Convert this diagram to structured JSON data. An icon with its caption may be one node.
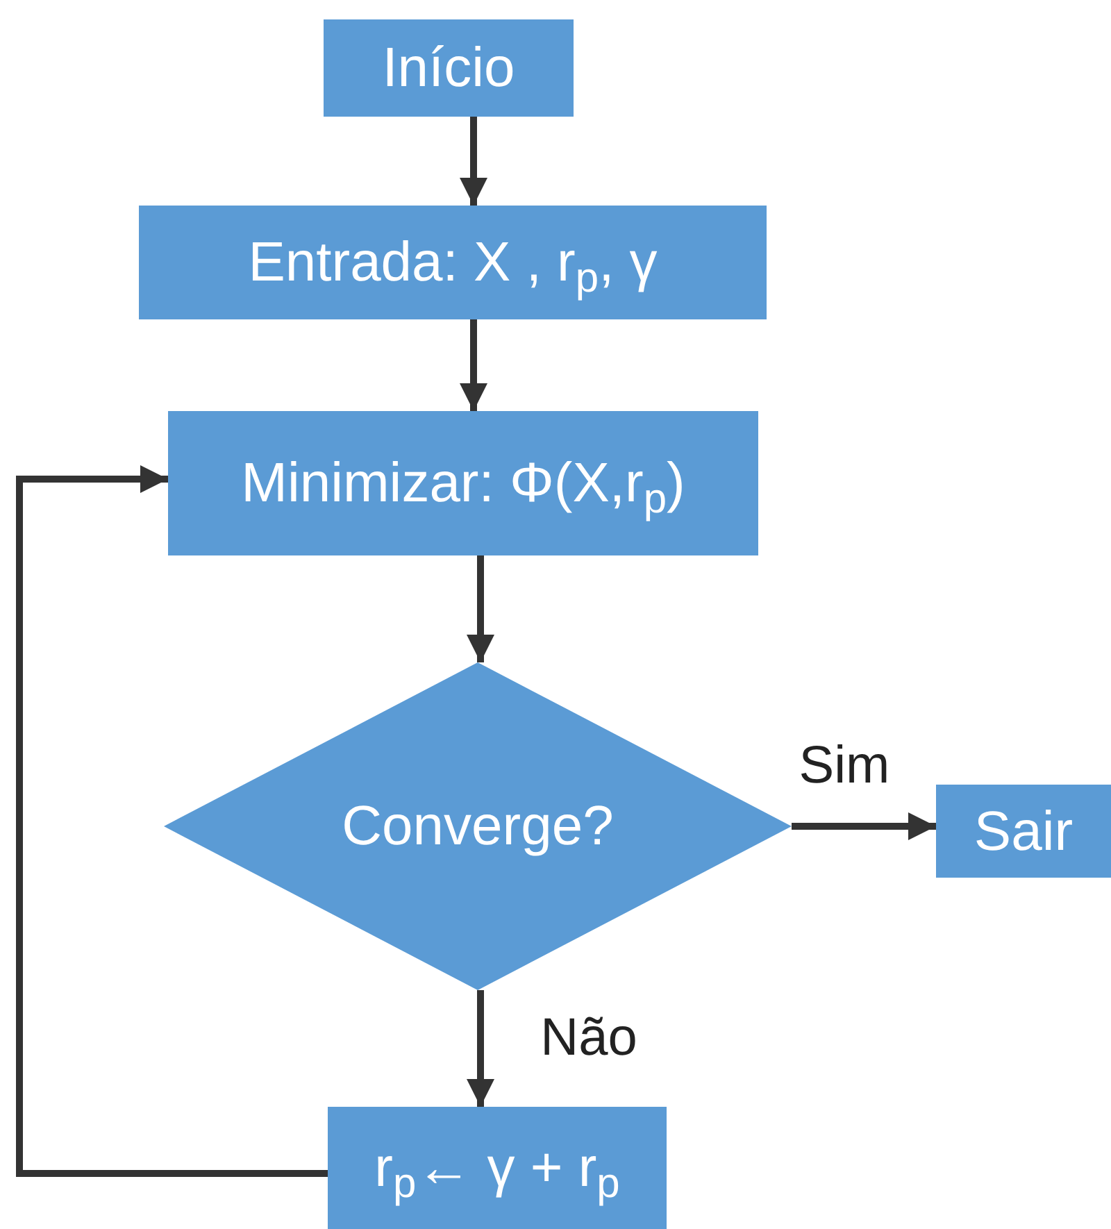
{
  "diagram": {
    "nodes": [
      {
        "text": [
          "Início"
        ]
      },
      {
        "text": [
          "Entrada: X  , r$_{p}$, γ"
        ]
      },
      {
        "text": [
          "Minimizar: Φ(X,r$_{p}$)"
        ]
      },
      {
        "text": [
          "Converge?"
        ]
      },
      {
        "text": [
          "Sair"
        ]
      },
      {
        "text": [
          "r$_{p}$← γ + r$_{p}$"
        ]
      }
    ],
    "edges": [
      {
        "from": 0,
        "to": 1,
        "arrow": "to"
      },
      {
        "from": 1,
        "to": 2,
        "arrow": "to"
      },
      {
        "from": 2,
        "to": 3,
        "arrow": "to"
      },
      {
        "from": 3,
        "to": 4,
        "arrow": "to",
        "label": "Sim"
      },
      {
        "from": 3,
        "to": 5,
        "arrow": "to",
        "label": "Não"
      },
      {
        "from": 5,
        "to": 2,
        "arrow": "to"
      }
    ]
  }
}
